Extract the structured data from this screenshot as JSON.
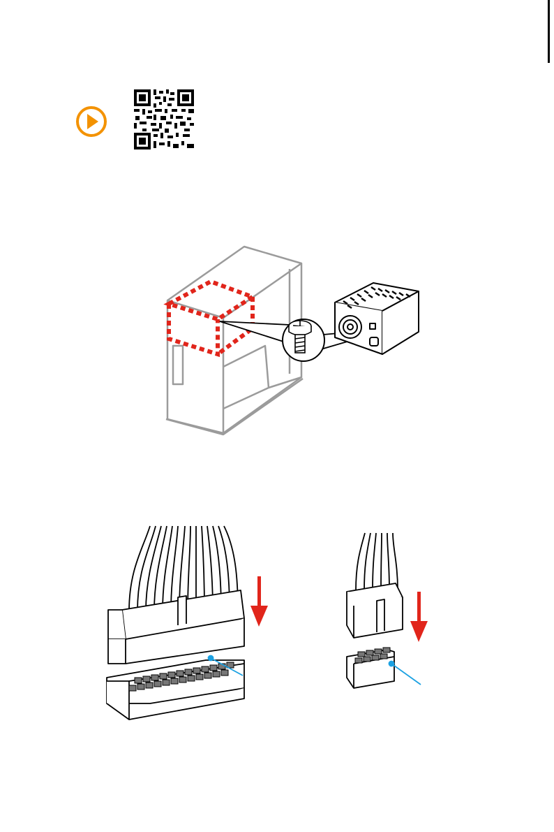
{
  "page": {
    "video_icon": "play-circle-icon",
    "qr_icon": "qr-code-icon",
    "colors": {
      "accent_orange": "#F39200",
      "highlight_red": "#E1251B",
      "pointer_blue": "#1BA1E2",
      "line_gray": "#9b9b9b"
    }
  },
  "figures": {
    "install": {
      "description_icon": "psu-mounting-illustration"
    },
    "atx_24pin": {
      "description_icon": "atx-24-pin-connector-illustration"
    },
    "cpu_8pin": {
      "description_icon": "eps-8-pin-connector-illustration"
    }
  }
}
